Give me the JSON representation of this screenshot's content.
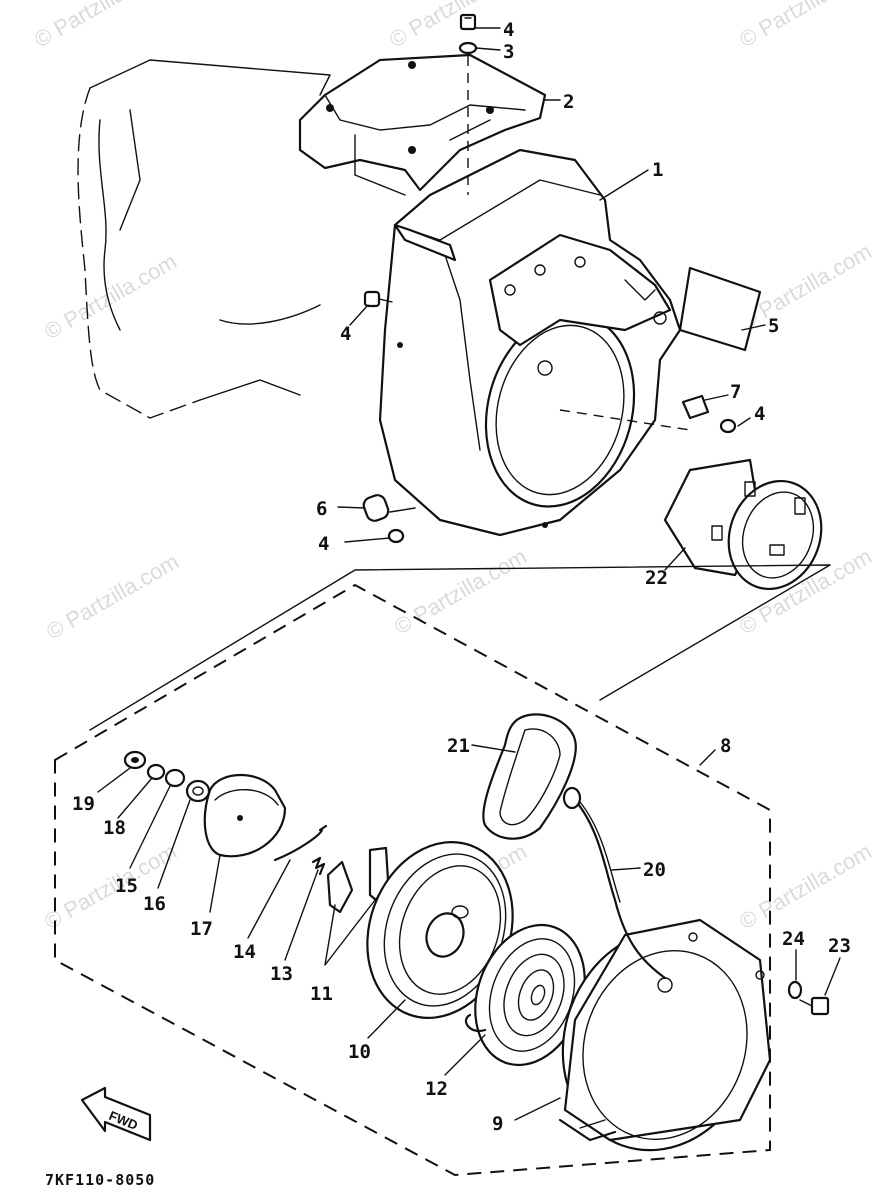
{
  "diagram_code": "7KF110-8050",
  "watermark": "© Partzilla.com",
  "forward_mark": "FWD",
  "callouts": [
    "1",
    "2",
    "3",
    "4",
    "4",
    "4",
    "4",
    "5",
    "6",
    "7",
    "8",
    "9",
    "10",
    "11",
    "12",
    "13",
    "14",
    "15",
    "16",
    "17",
    "18",
    "19",
    "20",
    "21",
    "22",
    "23",
    "24"
  ]
}
